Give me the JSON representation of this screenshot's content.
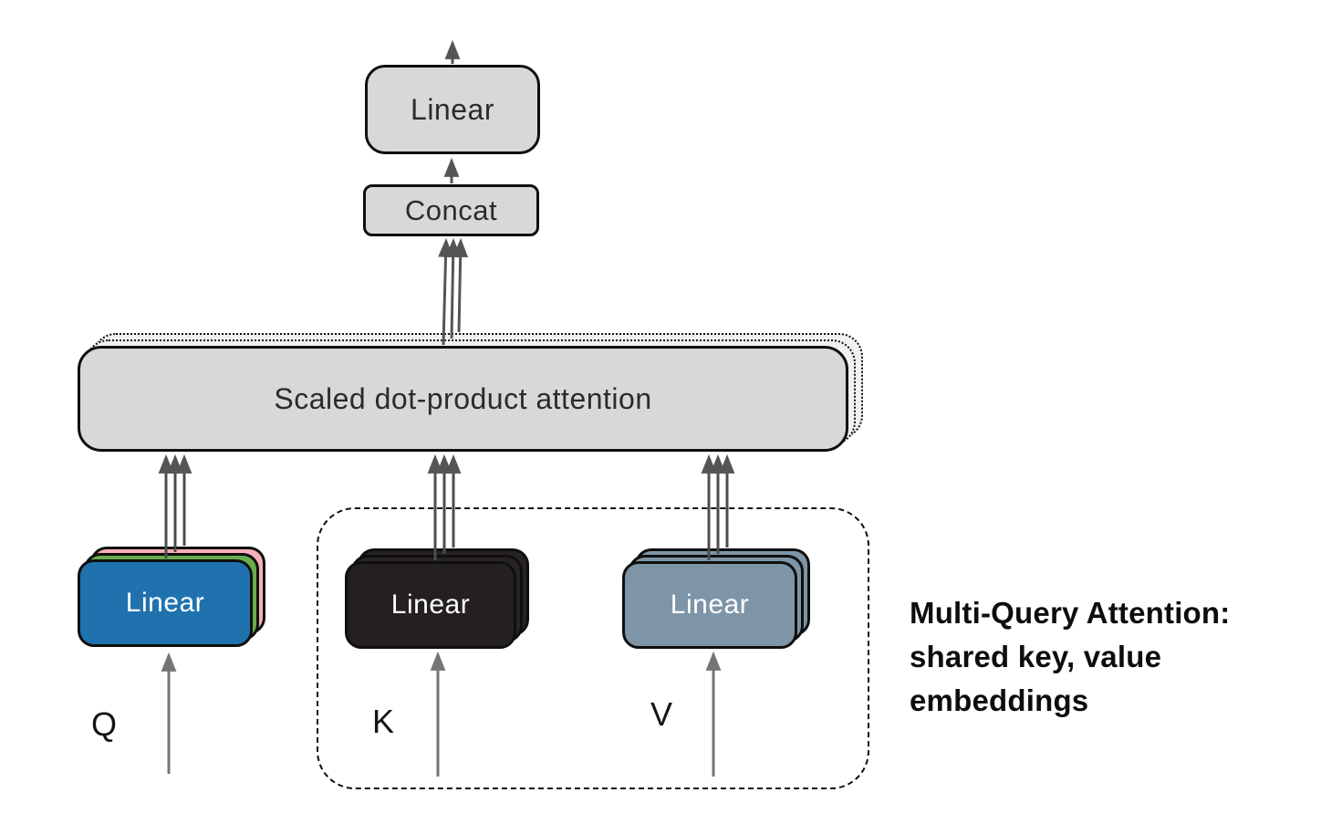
{
  "nodes": {
    "output_linear": {
      "label": "Linear"
    },
    "concat": {
      "label": "Concat"
    },
    "attention": {
      "label": "Scaled dot-product attention"
    },
    "q_linear": {
      "label": "Linear"
    },
    "k_linear": {
      "label": "Linear"
    },
    "v_linear": {
      "label": "Linear"
    }
  },
  "inputs": {
    "q": "Q",
    "k": "K",
    "v": "V"
  },
  "caption": {
    "lines": [
      "Multi-Query Attention:",
      "shared key, value",
      "embeddings"
    ]
  },
  "colors": {
    "box_fill_gray": "#d8d8d8",
    "ghost_fill": "#f1f1f1",
    "q_front_blue": "#1f72ae",
    "q_mid_green": "#68ad4e",
    "q_back_pink": "#f7afbc",
    "k_black": "#242021",
    "v_slate": "#7d95a6",
    "border_black": "#0f0f0f",
    "arrow_gray_dark": "#555555",
    "arrow_gray_light": "#757575"
  }
}
